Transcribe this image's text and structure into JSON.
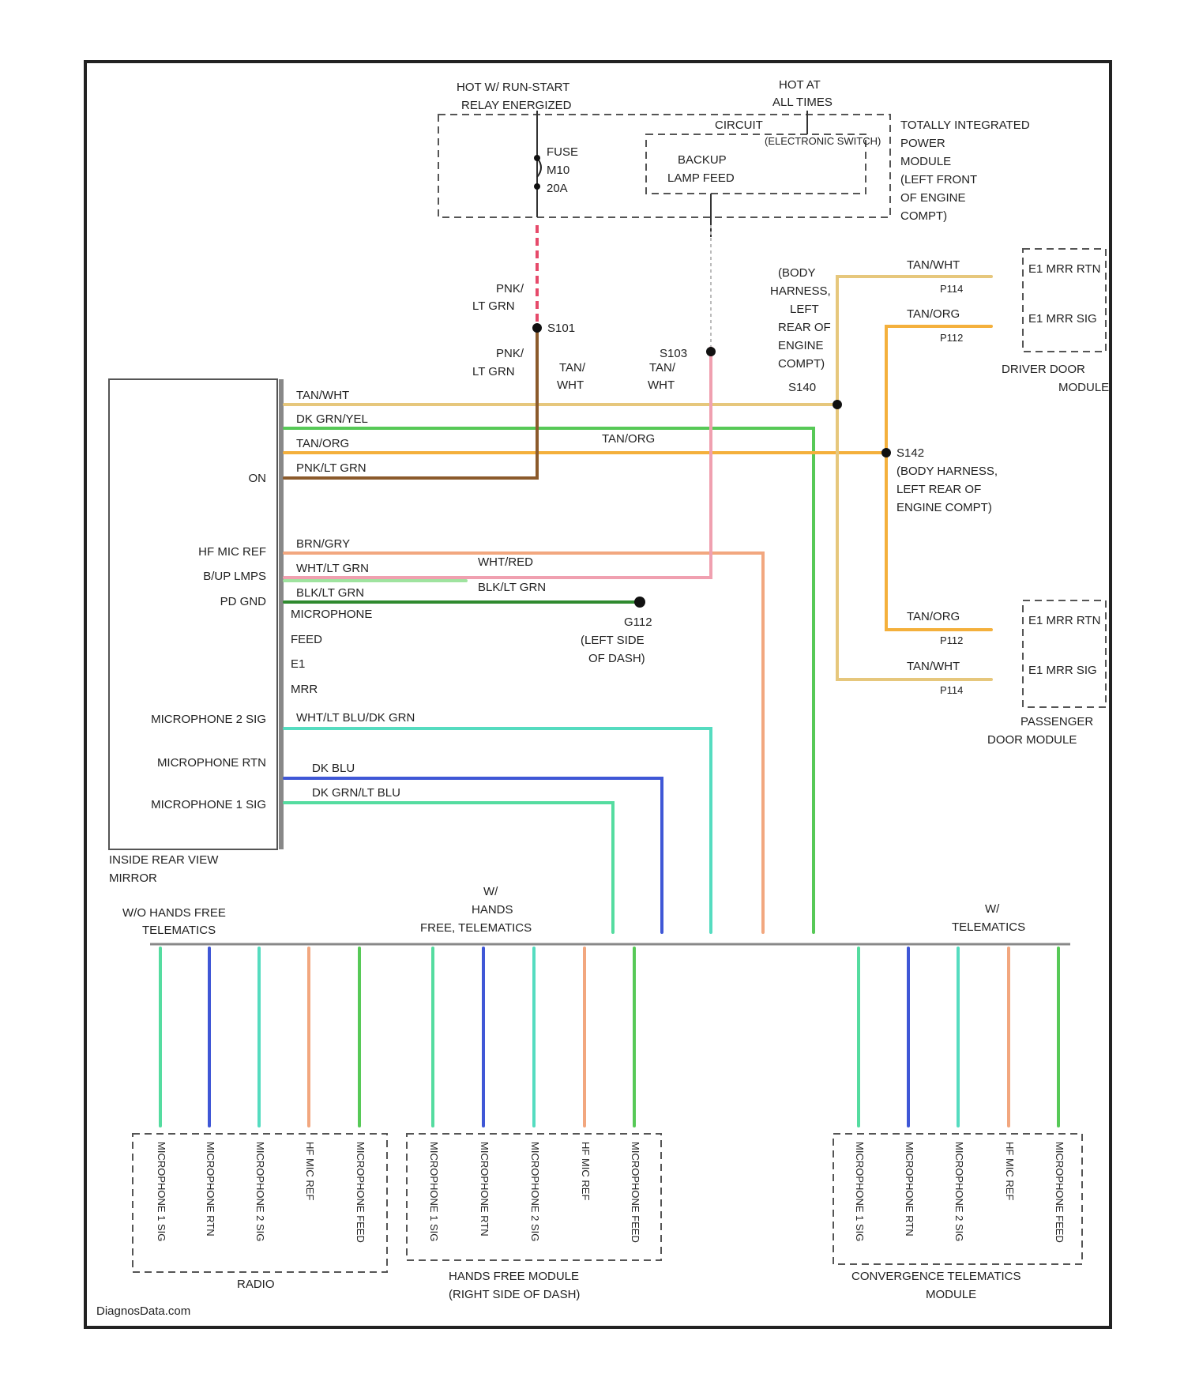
{
  "header": {
    "hot_run_start": [
      "HOT W/ RUN-START",
      "RELAY ENERGIZED"
    ],
    "hot_at_all_times": [
      "HOT AT",
      "ALL TIMES"
    ],
    "tipm": [
      "TOTALLY INTEGRATED",
      "POWER",
      "MODULE",
      "(LEFT FRONT",
      "OF ENGINE",
      "COMPT)"
    ],
    "fuse": [
      "FUSE",
      "M10",
      "20A"
    ],
    "backup_lamp_feed": [
      "BACKUP",
      "LAMP FEED"
    ],
    "circuit_label": "CIRCUIT",
    "circuit_detail": "(ELECTRONIC SWITCH)"
  },
  "mirror": {
    "title": [
      "INSIDE REAR VIEW",
      "MIRROR"
    ],
    "pins": [
      "ON",
      "HF MIC REF",
      "B/UP LMPS",
      "PD GND",
      "MICROPHONE",
      "FEED",
      "E1",
      "MRR",
      "MICROPHONE 2 SIG",
      "MICROPHONE RTN",
      "MICROPHONE 1 SIG"
    ]
  },
  "wires": {
    "w1": "TAN/WHT",
    "w2": "DK GRN/YEL",
    "w3": "TAN/ORG",
    "w4": "PNK/LT GRN",
    "w5": "BRN/GRY",
    "w6": "WHT/LT GRN",
    "w7": "BLK/LT GRN",
    "w8": "MICROPHONE",
    "w9": "WHT/LT BLU/DK GRN",
    "w10": "DK BLU",
    "w11": "DK GRN/LT BLU",
    "pnk_lt_grn": [
      "PNK/",
      "LT GRN"
    ],
    "tan_wht": [
      "TAN/",
      "WHT"
    ],
    "wht_red": "WHT/RED",
    "blk_lt_grn_2": "BLK/LT GRN",
    "tan_org_2": "TAN/ORG"
  },
  "splices": {
    "s101": "S101",
    "s103": "S103",
    "s140": "S140",
    "s142": [
      "S142",
      "(BODY HARNESS,",
      "LEFT REAR OF",
      "ENGINE COMPT)"
    ],
    "body_harness": [
      "(BODY",
      "HARNESS,",
      "LEFT",
      "REAR OF",
      "ENGINE",
      "COMPT)"
    ],
    "ground": [
      "G112",
      "(LEFT SIDE",
      "OF DASH)"
    ]
  },
  "driver_door": {
    "title": [
      "DRIVER DOOR",
      "MODULE"
    ],
    "r1": "E1 MRR RTN",
    "r2": "E1 MRR SIG",
    "w_top": "TAN/WHT",
    "w_bot": "TAN/ORG",
    "ckt_top": "P114",
    "ckt_bot": "P112"
  },
  "passenger_door": {
    "title": [
      "PASSENGER",
      "DOOR MODULE"
    ],
    "r1": "E1 MRR RTN",
    "r2": "E1 MRR SIG",
    "w_top": "TAN/ORG",
    "w_bot": "TAN/WHT",
    "ckt_top": "P112",
    "ckt_bot": "P114"
  },
  "branches": {
    "no_hf": [
      "W/O HANDS FREE",
      "TELEMATICS"
    ],
    "hf": [
      "W/",
      "HANDS",
      "FREE, TELEMATICS"
    ],
    "tele": [
      "W/",
      "TELEMATICS"
    ]
  },
  "modules": {
    "radio": "RADIO",
    "hfm": [
      "HANDS FREE MODULE",
      "(RIGHT SIDE OF DASH)"
    ],
    "ctm": [
      "CONVERGENCE TELEMATICS",
      "MODULE"
    ],
    "pins": [
      "MICROPHONE 1 SIG",
      "MICROPHONE RTN",
      "MICROPHONE 2 SIG",
      "HF MIC REF",
      "MICROPHONE FEED"
    ]
  },
  "watermark": "DiagnosData.com",
  "colors": {
    "tan": "#e6c77c",
    "green": "#57c957",
    "orange": "#f4b03c",
    "pink": "#e64a6a",
    "salmon": "#f2a77f",
    "lightgreen": "#9fe39f",
    "darkgreen": "#2f8a2f",
    "teal": "#55dcc0",
    "blue": "#3f57d6",
    "brown": "#8b5a2b",
    "lightpink": "#f0a0b0"
  }
}
